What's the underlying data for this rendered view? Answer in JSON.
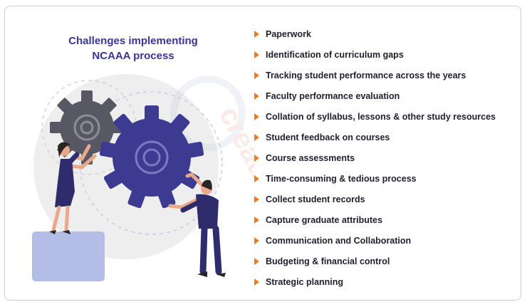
{
  "title": {
    "line1": "Challenges implementing",
    "line2": "NCAAA process"
  },
  "items": [
    "Paperwork",
    "Identification of curriculum gaps",
    "Tracking student performance across the years",
    "Faculty performance evaluation",
    "Collation of syllabus, lessons & other study resources",
    "Student feedback on courses",
    "Course assessments",
    "Time-consuming & tedious process",
    "Collect student records",
    "Capture graduate attributes",
    "Communication and Collaboration",
    "Budgeting & financial control",
    "Strategic planning"
  ],
  "watermark": "creatrix",
  "colors": {
    "title": "#3a3497",
    "bullet": "#f07a1d",
    "gear_large": "#3d3a92",
    "gear_small": "#585864",
    "pedestal": "#b3bde6"
  },
  "icons": {
    "bullet": "triangle-right-icon"
  }
}
